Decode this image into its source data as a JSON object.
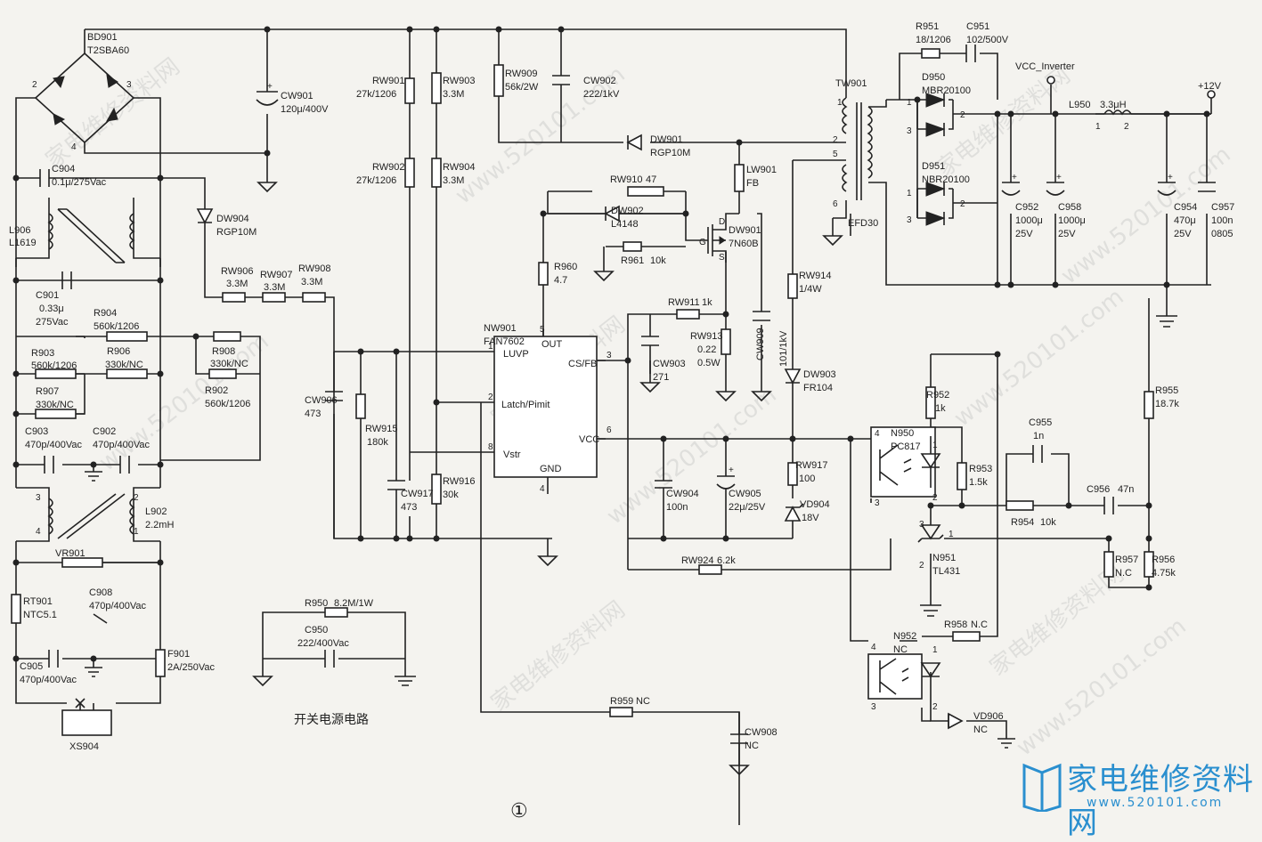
{
  "caption": "开关电源电路",
  "figure_number": "①",
  "watermarks": [
    "家电维修资料网",
    "www.520101.com"
  ],
  "logo": {
    "text": "家电维修资料网",
    "url": "www.520101.com",
    "color": "#2a8fcf"
  },
  "components": {
    "BD901": {
      "ref": "BD901",
      "value": "T2SBA60"
    },
    "CW901": {
      "ref": "CW901",
      "value": "120μ/400V"
    },
    "C904": {
      "ref": "C904",
      "value": "0.1μ/275Vac"
    },
    "L906": {
      "ref": "L906",
      "value": "L1619"
    },
    "DW904": {
      "ref": "DW904",
      "value": "RGP10M"
    },
    "C901": {
      "ref": "C901",
      "value": "0.33μ",
      "value2": "275Vac"
    },
    "R904": {
      "ref": "R904",
      "value": "560k/1206"
    },
    "R906": {
      "ref": "R906",
      "value": "330k/NC"
    },
    "R903": {
      "ref": "R903",
      "value": "560k/1206"
    },
    "R907": {
      "ref": "R907",
      "value": "330k/NC"
    },
    "R908": {
      "ref": "R908",
      "value": "330k/NC"
    },
    "R902": {
      "ref": "R902",
      "value": "560k/1206"
    },
    "C903": {
      "ref": "C903",
      "value": "470p/400Vac"
    },
    "C902": {
      "ref": "C902",
      "value": "470p/400Vac"
    },
    "L902": {
      "ref": "L902",
      "value": "2.2mH"
    },
    "VR901": {
      "ref": "VR901",
      "value": ""
    },
    "RT901": {
      "ref": "RT901",
      "value": "NTC5.1"
    },
    "C908": {
      "ref": "C908",
      "value": "470p/400Vac"
    },
    "C905": {
      "ref": "C905",
      "value": "470p/400Vac"
    },
    "F901": {
      "ref": "F901",
      "value": "2A/250Vac"
    },
    "XS904": {
      "ref": "XS904",
      "value": ""
    },
    "RW901": {
      "ref": "RW901",
      "value": "27k/1206"
    },
    "RW902": {
      "ref": "RW902",
      "value": "27k/1206"
    },
    "RW903": {
      "ref": "RW903",
      "value": "3.3M"
    },
    "RW904": {
      "ref": "RW904",
      "value": "3.3M"
    },
    "RW906": {
      "ref": "RW906",
      "value": "3.3M"
    },
    "RW907": {
      "ref": "RW907",
      "value": "3.3M"
    },
    "RW908": {
      "ref": "RW908",
      "value": "3.3M"
    },
    "CW906": {
      "ref": "CW906",
      "value": "473"
    },
    "RW915": {
      "ref": "RW915",
      "value": "180k"
    },
    "CW917": {
      "ref": "CW917",
      "value": "473"
    },
    "RW916": {
      "ref": "RW916",
      "value": "30k"
    },
    "RW909": {
      "ref": "RW909",
      "value": "56k/2W"
    },
    "CW902": {
      "ref": "CW902",
      "value": "222/1kV"
    },
    "DW901": {
      "ref": "DW901",
      "value": "RGP10M"
    },
    "LW901": {
      "ref": "LW901",
      "value": "FB"
    },
    "RW910": {
      "ref": "RW910",
      "value": "47"
    },
    "DW902": {
      "ref": "DW902",
      "value": "L4148"
    },
    "R961": {
      "ref": "R961",
      "value": "10k"
    },
    "QW901": {
      "ref": "DW901",
      "value": "7N60B"
    },
    "R960": {
      "ref": "R960",
      "value": "4.7"
    },
    "NW901": {
      "ref": "NW901",
      "value": "FAN7602"
    },
    "RW911": {
      "ref": "RW911",
      "value": "1k"
    },
    "CW903": {
      "ref": "CW903",
      "value": "271"
    },
    "RW913": {
      "ref": "RW913",
      "value": "0.22",
      "value2": "0.5W"
    },
    "CW909": {
      "ref": "CW909",
      "value": "101/1kV"
    },
    "RW914": {
      "ref": "RW914",
      "value": "1/4W"
    },
    "DW903": {
      "ref": "DW903",
      "value": "FR104"
    },
    "RW917": {
      "ref": "RW917",
      "value": "100"
    },
    "VD904": {
      "ref": "VD904",
      "value": "18V"
    },
    "CW904": {
      "ref": "CW904",
      "value": "100n"
    },
    "CW905": {
      "ref": "CW905",
      "value": "22μ/25V"
    },
    "RW924": {
      "ref": "RW924",
      "value": "6.2k"
    },
    "R950": {
      "ref": "R950",
      "value": "8.2M/1W"
    },
    "C950": {
      "ref": "C950",
      "value": "222/400Vac"
    },
    "R959": {
      "ref": "R959",
      "value": "NC"
    },
    "CW908": {
      "ref": "CW908",
      "value": "NC"
    },
    "TW901": {
      "ref": "TW901",
      "value": "EFD30"
    },
    "R951": {
      "ref": "R951",
      "value": "18/1206"
    },
    "C951": {
      "ref": "C951",
      "value": "102/500V"
    },
    "D950": {
      "ref": "D950",
      "value": "MBR20100"
    },
    "D951": {
      "ref": "D951",
      "value": "NBR20100"
    },
    "VCC_INV": {
      "ref": "VCC_Inverter",
      "value": ""
    },
    "L950": {
      "ref": "L950",
      "value": "3.3μH"
    },
    "P12V": {
      "ref": "+12V",
      "value": ""
    },
    "C952": {
      "ref": "C952",
      "value": "1000μ",
      "value2": "25V"
    },
    "C958": {
      "ref": "C958",
      "value": "1000μ",
      "value2": "25V"
    },
    "C954": {
      "ref": "C954",
      "value": "470μ",
      "value2": "25V"
    },
    "C957": {
      "ref": "C957",
      "value": "100n",
      "value2": "0805"
    },
    "R952": {
      "ref": "R952",
      "value": "1k"
    },
    "R955": {
      "ref": "R955",
      "value": "18.7k"
    },
    "N950": {
      "ref": "N950",
      "value": "PC817"
    },
    "R953": {
      "ref": "R953",
      "value": "1.5k"
    },
    "C955": {
      "ref": "C955",
      "value": "1n"
    },
    "R954": {
      "ref": "R954",
      "value": "10k"
    },
    "C956": {
      "ref": "C956",
      "value": "47n"
    },
    "N951": {
      "ref": "N951",
      "value": "TL431"
    },
    "R957": {
      "ref": "R957",
      "value": "N.C"
    },
    "R956": {
      "ref": "R956",
      "value": "4.75k"
    },
    "N952": {
      "ref": "N952",
      "value": "NC"
    },
    "R958": {
      "ref": "R958",
      "value": "N.C"
    },
    "VD906": {
      "ref": "VD906",
      "value": "NC"
    }
  },
  "ic_pins": {
    "luvp": "LUVP",
    "latch": "Latch/Pimit",
    "vstr": "Vstr",
    "out": "OUT",
    "csfb": "CS/FB",
    "vcc": "VCC",
    "gnd": "GND",
    "n1": "1",
    "n2": "2",
    "n8": "8",
    "n5": "5",
    "n3": "3",
    "n6": "6",
    "n4": "4"
  },
  "mosfet_pins": {
    "d": "D",
    "g": "G",
    "s": "S"
  },
  "pin_numbers": {
    "p1": "1",
    "p2": "2",
    "p3": "3",
    "p4": "4",
    "p5": "5",
    "p6": "6"
  }
}
